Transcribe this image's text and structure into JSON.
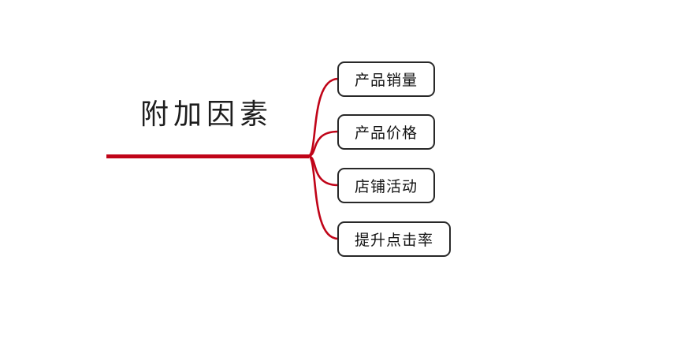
{
  "diagram": {
    "type": "mindmap",
    "root": {
      "label": "附加因素"
    },
    "children": [
      {
        "label": "产品销量"
      },
      {
        "label": "产品价格"
      },
      {
        "label": "店铺活动"
      },
      {
        "label": "提升点击率"
      }
    ],
    "colors": {
      "branch": "#c00418",
      "node_border": "#282828",
      "text": "#111111",
      "background": "#ffffff"
    }
  }
}
